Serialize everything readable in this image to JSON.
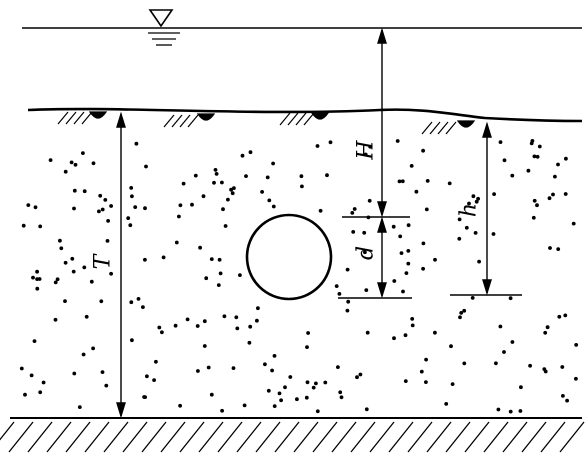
{
  "labels": {
    "H": "H",
    "h": "h",
    "d": "d",
    "T": "T"
  },
  "symbols": {
    "water_surface": "inverted-triangle-water-level-icon",
    "ground": "ground-hatch-icon",
    "bedrock": "impervious-boundary-hatch"
  },
  "colors": {
    "line": "#000000",
    "background": "#ffffff"
  }
}
